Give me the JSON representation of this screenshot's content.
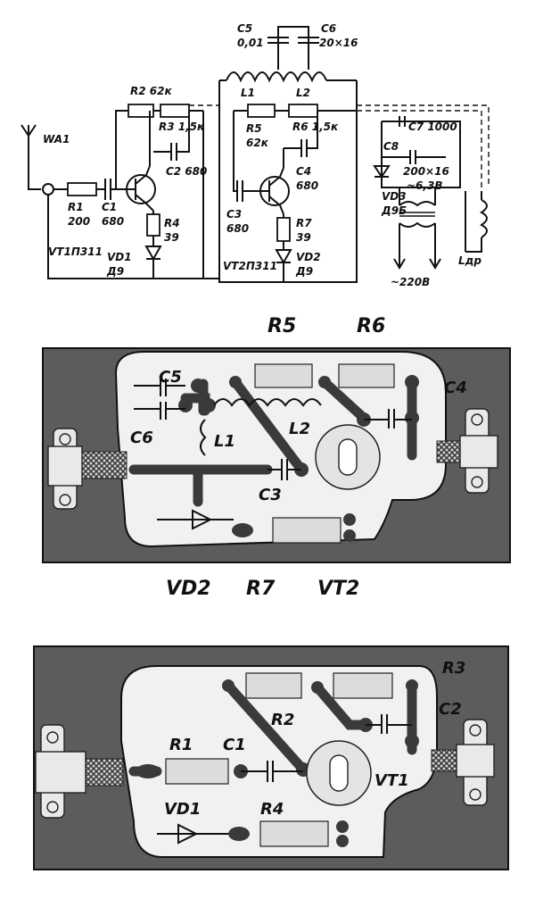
{
  "schematic": {
    "antenna": "WA1",
    "r1": {
      "name": "R1",
      "value": "200"
    },
    "c1": {
      "name": "C1",
      "value": "680"
    },
    "vt1": "VT1П311",
    "vd1": {
      "name": "VD1",
      "value": "Д9"
    },
    "r2": "R2 62к",
    "r3": "R3 1,5к",
    "c2": "C2 680",
    "r4": {
      "name": "R4",
      "value": "39"
    },
    "c5": {
      "name": "C5",
      "value": "0,01"
    },
    "c6": {
      "name": "C6",
      "value": "20×16"
    },
    "l1": "L1",
    "l2": "L2",
    "r5": {
      "name": "R5",
      "value": "62к"
    },
    "r6": "R6 1,5к",
    "c4": {
      "name": "C4",
      "value": "680"
    },
    "c3": {
      "name": "C3",
      "value": "680"
    },
    "vt2": "VT2П311",
    "r7": {
      "name": "R7",
      "value": "39"
    },
    "vd2": {
      "name": "VD2",
      "value": "Д9"
    },
    "c7": "C7 1000",
    "c8": {
      "name": "C8",
      "value": "200×16"
    },
    "vd3": {
      "name": "VD3",
      "value": "Д9Б"
    },
    "ac_out": "~6,3В",
    "mains": "~220В",
    "ldr": "Lдр"
  },
  "board_upper": {
    "labels_top": [
      "R5",
      "R6"
    ],
    "labels_inside": [
      "C5",
      "C6",
      "L1",
      "L2",
      "C3",
      "C4"
    ],
    "labels_bottom": [
      "VD2",
      "R7",
      "VT2"
    ]
  },
  "board_lower": {
    "labels_inside": [
      "R2",
      "R1",
      "C1",
      "VT1",
      "VD1",
      "R4"
    ],
    "labels_outside": [
      "R3",
      "C2"
    ]
  }
}
